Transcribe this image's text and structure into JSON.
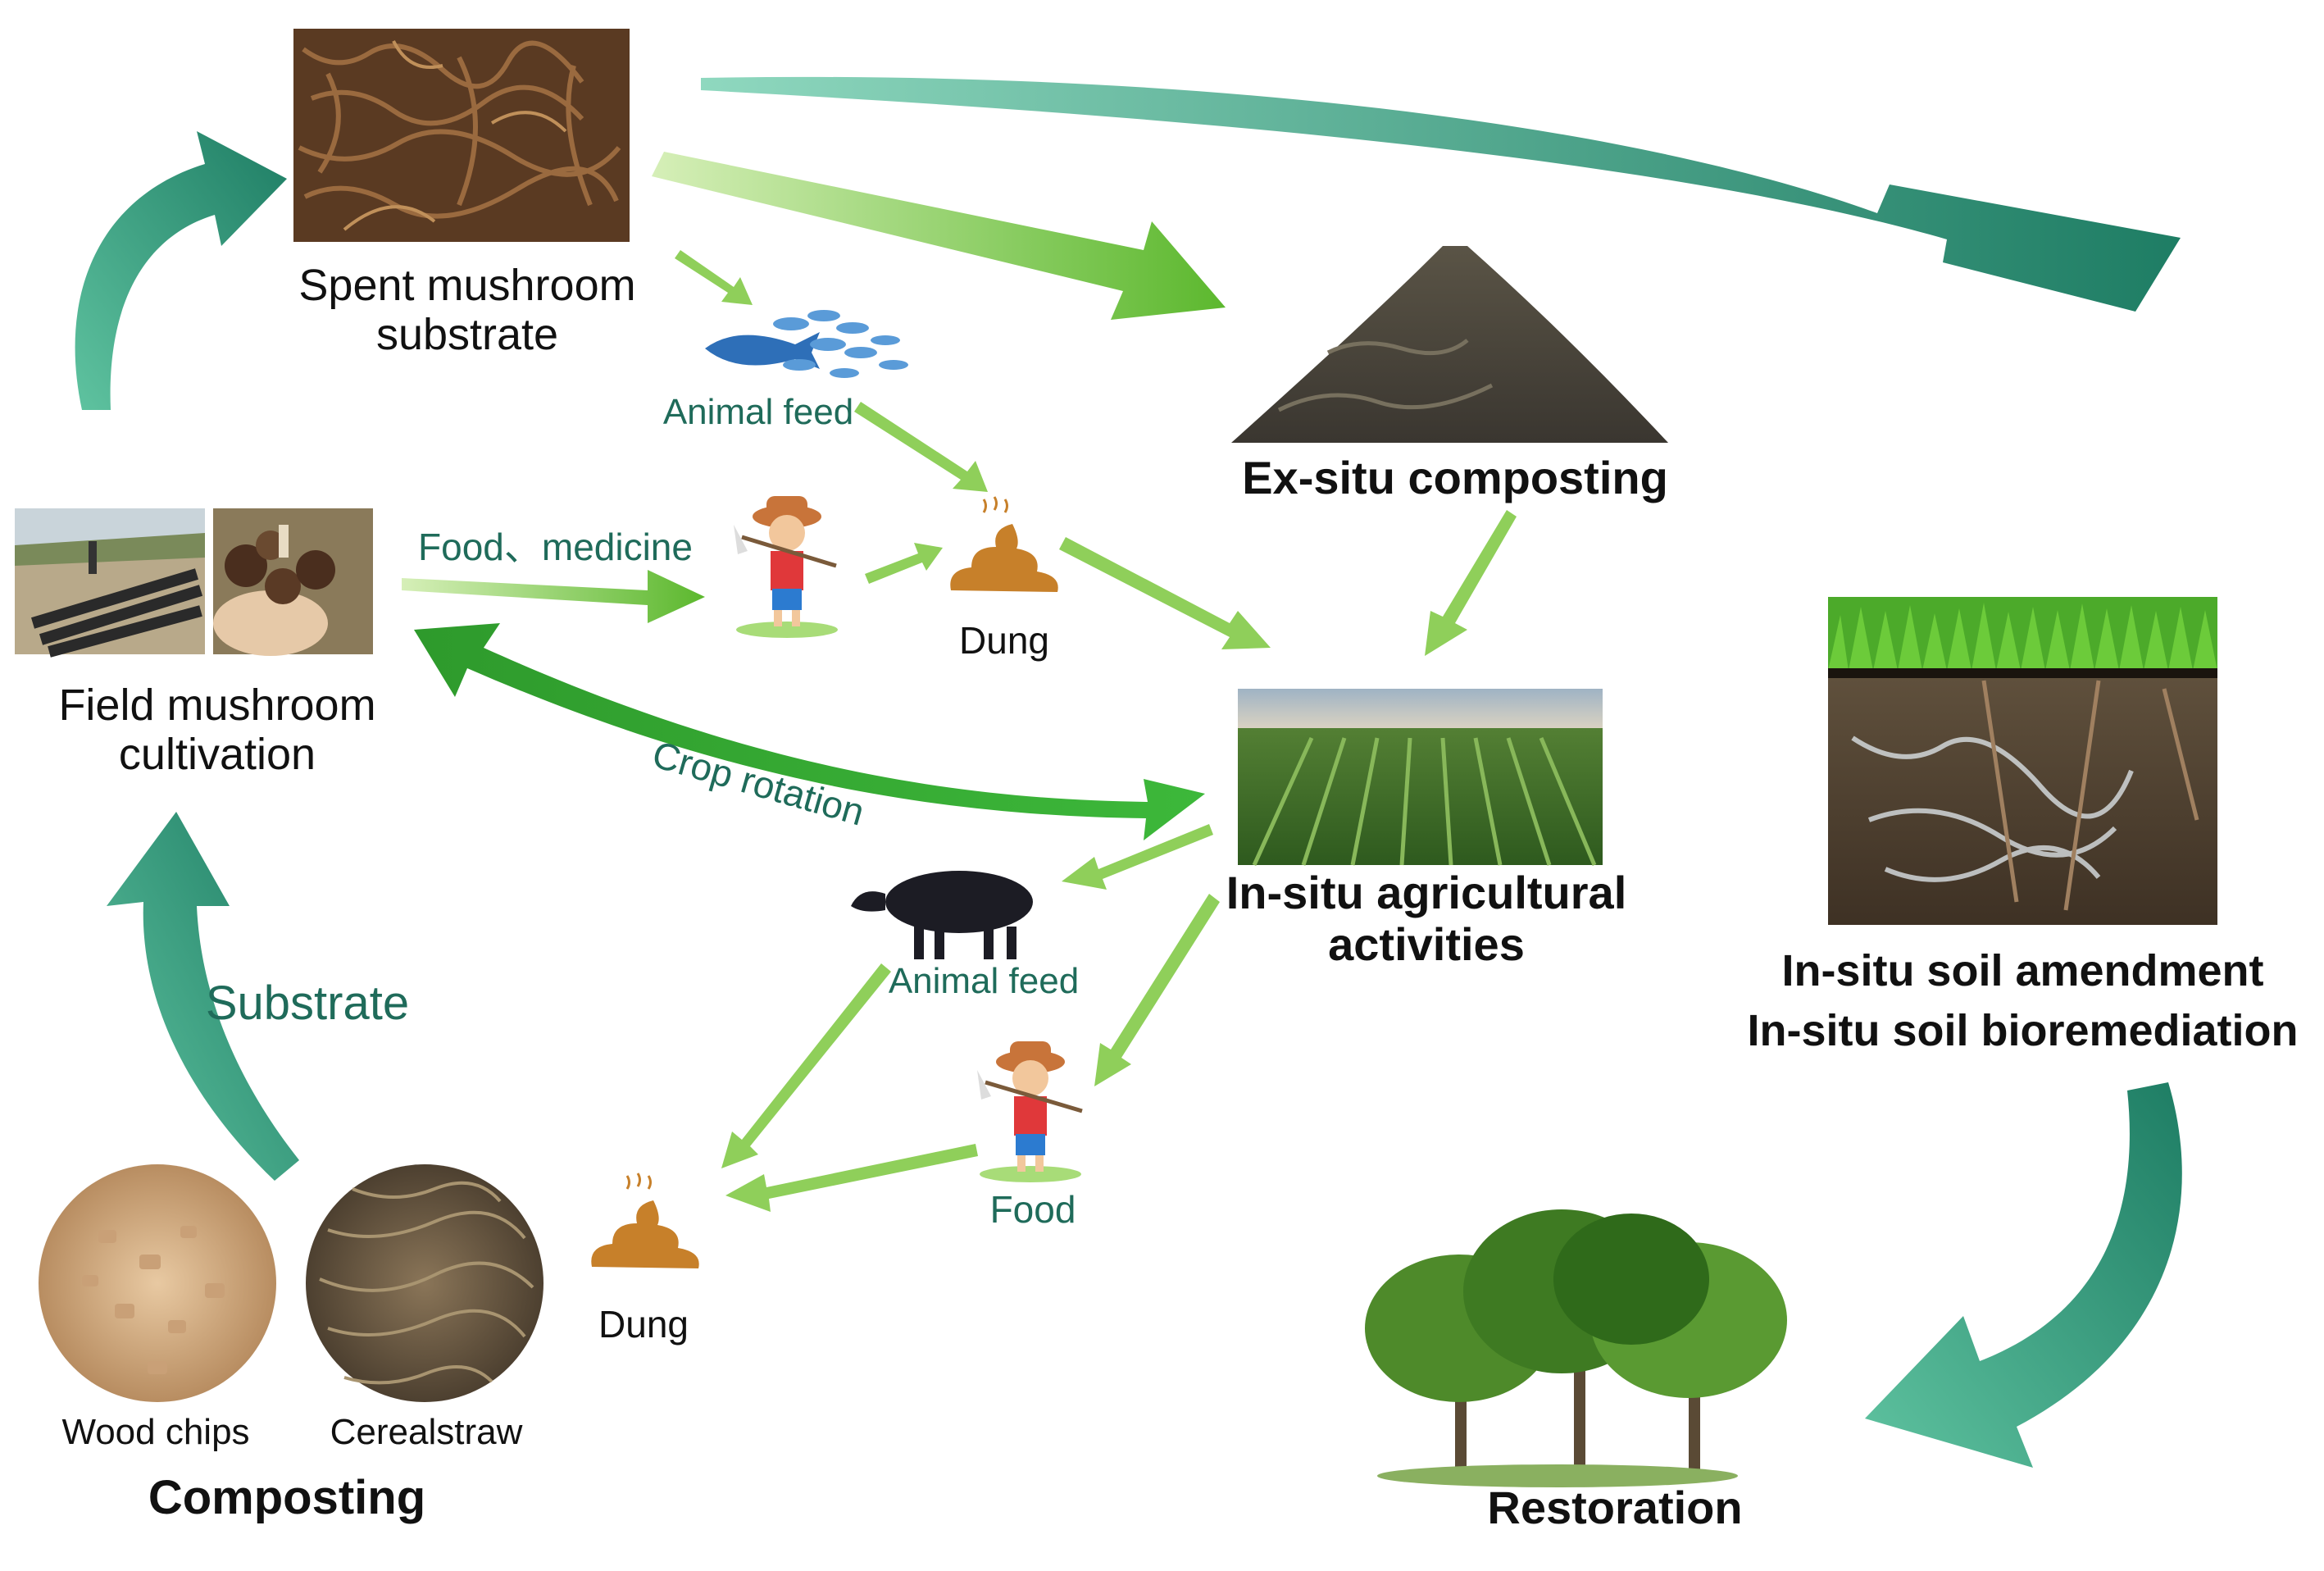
{
  "colors": {
    "teal_arrow": "#2a9a7a",
    "light_green_arrow": "#7dc242",
    "bright_green_arrow": "#3aaa35",
    "green_text": "#1f6b5a",
    "dark_text": "#111111",
    "dung": "#c7802a"
  },
  "nodes": {
    "spent_substrate": {
      "label_line1": "Spent mushroom",
      "label_line2": "substrate",
      "icon": "mushroom-substrate-photo"
    },
    "field_cultivation": {
      "label_line1": "Field mushroom",
      "label_line2": "cultivation",
      "icon": "field-mushroom-photos"
    },
    "ex_situ": {
      "label": "Ex-situ composting",
      "icon": "compost-pile"
    },
    "in_situ_ag": {
      "label_line1": "In-situ agricultural",
      "label_line2": "activities",
      "icon": "crop-field-photo"
    },
    "in_situ_soil": {
      "label_line1": "In-situ soil amendment",
      "label_line2": "In-situ soil bioremediation",
      "icon": "soil-cross-section-photo"
    },
    "restoration": {
      "label": "Restoration",
      "icon": "trees"
    },
    "composting": {
      "label": "Composting",
      "wood_chips": "Wood chips",
      "cereal_straw": "Cerealstraw"
    }
  },
  "edge_labels": {
    "animal_feed_top": "Animal feed",
    "food_medicine": "Food、medicine",
    "dung_top": "Dung",
    "crop_rotation": "Crop rotation",
    "animal_feed_bottom": "Animal feed",
    "food_bottom": "Food",
    "dung_bottom": "Dung",
    "substrate": "Substrate"
  },
  "icons": [
    "fish-icon",
    "farmer-icon",
    "pig-icon",
    "dung-icon"
  ]
}
